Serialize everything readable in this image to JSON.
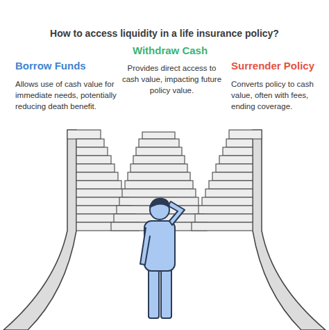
{
  "diagram": {
    "title": "How to access liquidity in a life insurance policy?",
    "labels": [
      "Borrow Funds",
      "Allows use of cash value for immediate needs, potentially reducing death benefit.",
      "Withdraw Cash",
      "Provides direct access to cash value, impacting future policy value.",
      "Surrender Policy",
      "Converts policy to cash value, often with fees, ending coverage."
    ]
  }
}
